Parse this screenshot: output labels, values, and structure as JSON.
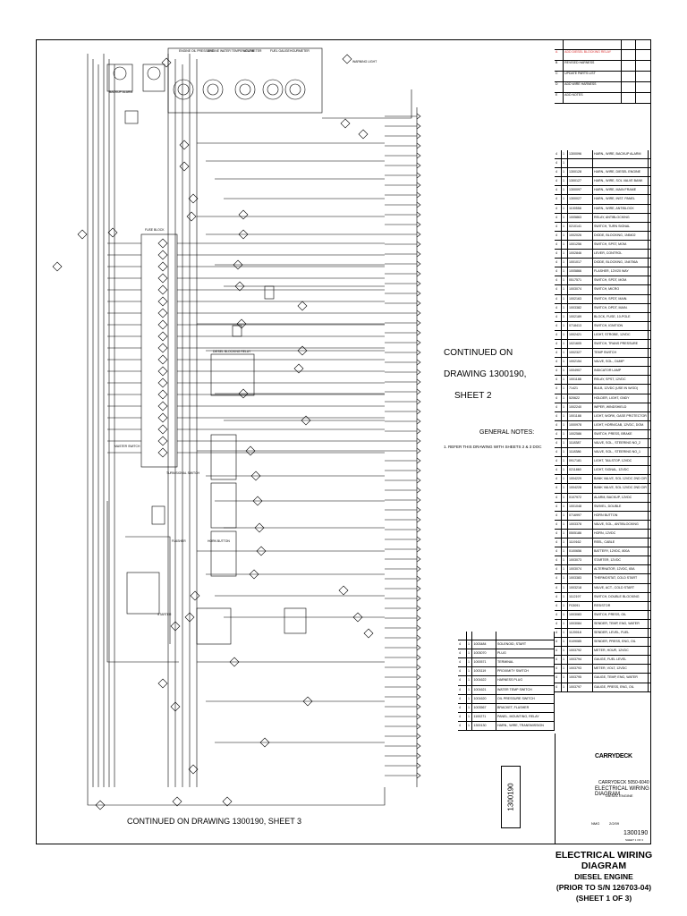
{
  "notes": {
    "continued_right_1": "CONTINUED ON",
    "continued_right_2": "DRAWING 1300190,",
    "continued_right_3": "SHEET 2",
    "general_notes": "GENERAL NOTES:",
    "general_notes_1": "1. REFER THIS DRAWING WITH SHEETS 2 & 3 DOC",
    "continued_bottom": "CONTINUED ON DRAWING 1300190, SHEET 3",
    "vertical_number": "1300190"
  },
  "gauges": [
    "ENGINE OIL PRESSURE",
    "ENGINE WATER TEMPERATURE",
    "VOLTMETER",
    "FUEL GAUGE",
    "HOURMETER"
  ],
  "schematic_labels": [
    "WARNING LIGHT",
    "BACKUP ALARM",
    "FUSE BLOCK",
    "DIESEL BLOCKING RELAY",
    "TURN SIGNAL SWITCH",
    "HORN BUTTON",
    "MASTER SWITCH",
    "STARTER",
    "FLASHER"
  ],
  "revisions": [
    {
      "id": "",
      "desc": "",
      "by": "",
      "date": ""
    },
    {
      "id": "A",
      "desc": "ADD DIESEL BLOCKING RELAY",
      "by": "",
      "date": ""
    },
    {
      "id": "B",
      "desc": "REVISED HARNESS",
      "by": "",
      "date": ""
    },
    {
      "id": "C",
      "desc": "UPDATE PARTS LIST",
      "by": "",
      "date": ""
    },
    {
      "id": "D",
      "desc": "ADD WIRE HARNESS",
      "by": "",
      "date": ""
    },
    {
      "id": "E",
      "desc": "ADD NOTES",
      "by": "",
      "date": ""
    }
  ],
  "parts_right": [
    {
      "n": "4",
      "q": "1",
      "p": "1300096",
      "d": "HARN., WIRE, BACKUP ALARM"
    },
    {
      "n": "4",
      "q": "1",
      "p": "",
      "d": ""
    },
    {
      "n": "4",
      "q": "1",
      "p": "1300128",
      "d": "HARN., WIRE, DIESEL ENGINE"
    },
    {
      "n": "4",
      "q": "1",
      "p": "1300127",
      "d": "HARN., WIRE, SOL VALVE BANK"
    },
    {
      "n": "4",
      "q": "1",
      "p": "1300097",
      "d": "HARN., WIRE, MAIN FRAME"
    },
    {
      "n": "4",
      "q": "1",
      "p": "1300027",
      "d": "HARN., WIRE, INST. PANEL"
    },
    {
      "n": "4",
      "q": "1",
      "p": "1100558",
      "d": "HARN., WIRE, ANTIBLOCK"
    },
    {
      "n": "4",
      "q": "1",
      "p": "1005863",
      "d": "RELAY, ANTIBLOCKING"
    },
    {
      "n": "4",
      "q": "1",
      "p": "0210141",
      "d": "SWITCH, TURN SIGNAL"
    },
    {
      "n": "4",
      "q": "1",
      "p": "1002026",
      "d": "DIODE, BLOCKING, 1N5402"
    },
    {
      "n": "4",
      "q": "1",
      "p": "1001256",
      "d": "SWITCH, SPST, MOM."
    },
    {
      "n": "4",
      "q": "1",
      "p": "1002846",
      "d": "LEVER, CONTROL"
    },
    {
      "n": "4",
      "q": "1",
      "p": "1001017",
      "d": "DIODE, BLOCKING, 1N4756A"
    },
    {
      "n": "4",
      "q": "1",
      "p": "1005866",
      "d": "FLASHER, 12V/20 WAY"
    },
    {
      "n": "4",
      "q": "1",
      "p": "0517571",
      "d": "SWITCH, SPDT, MOM."
    },
    {
      "n": "4",
      "q": "1",
      "p": "1003074",
      "d": "SWITCH, MICRO"
    },
    {
      "n": "4",
      "q": "1",
      "p": "1002163",
      "d": "SWITCH, SPDT, MAIN."
    },
    {
      "n": "4",
      "q": "1",
      "p": "1003382",
      "d": "SWITCH, DPDT, MAIN."
    },
    {
      "n": "4",
      "q": "1",
      "p": "1002189",
      "d": "BLOCK, FUSE, 10-POLE"
    },
    {
      "n": "4",
      "q": "1",
      "p": "0718413",
      "d": "SWITCH, IGNITION"
    },
    {
      "n": "4",
      "q": "1",
      "p": "1002421",
      "d": "LIGHT, STROBE, 12VDC"
    },
    {
      "n": "4",
      "q": "1",
      "p": "1021605",
      "d": "SWITCH, TRANS PRESSURE"
    },
    {
      "n": "4",
      "q": "1",
      "p": "1002327",
      "d": "TEMP SWITCH"
    },
    {
      "n": "4",
      "q": "1",
      "p": "1002154",
      "d": "VALVE, SOL., DUMP"
    },
    {
      "n": "4",
      "q": "1",
      "p": "1004907",
      "d": "INDICATOR LAMP"
    },
    {
      "n": "4",
      "q": "1",
      "p": "1001188",
      "d": "RELAY, SPST, 12VDC"
    },
    {
      "n": "4",
      "q": "1",
      "p": "71421",
      "d": "BULB, 12VDC (USE IN W/GD)"
    },
    {
      "n": "4",
      "q": "1",
      "p": "520622",
      "d": "HOLDER, LIGHT, GNDY"
    },
    {
      "n": "4",
      "q": "1",
      "p": "1002240",
      "d": "WIPER, WINDSHIELD"
    },
    {
      "n": "4",
      "q": "1",
      "p": "1001188",
      "d": "LIGHT, WORK, GASE PROTECTOR"
    },
    {
      "n": "4",
      "q": "1",
      "p": "1000978",
      "d": "LIGHT, HORN/CAB, 12VDC, DOM."
    },
    {
      "n": "4",
      "q": "1",
      "p": "1002586",
      "d": "SWITCH, PRESS, BRAKE"
    },
    {
      "n": "4",
      "q": "1",
      "p": "1118387",
      "d": "VALVE, SOL., STEERING NO_2"
    },
    {
      "n": "4",
      "q": "1",
      "p": "1118386",
      "d": "VALVE, SOL., STEERING NO_1"
    },
    {
      "n": "4",
      "q": "1",
      "p": "0917181",
      "d": "LIGHT, TAILSTOP, 12VDC"
    },
    {
      "n": "4",
      "q": "1",
      "p": "0211860",
      "d": "LIGHT, SIGNAL, 12VDC"
    },
    {
      "n": "4",
      "q": "1",
      "p": "1004229",
      "d": "BANK VALVE, SOL 12VDC 2ND CIR"
    },
    {
      "n": "4",
      "q": "1",
      "p": "1004228",
      "d": "BANK VALVE, SOL 12VDC 2ND CIR"
    },
    {
      "n": "4",
      "q": "1",
      "p": "0107972",
      "d": "ALARM, BACKUP, 12VDC"
    },
    {
      "n": "4",
      "q": "1",
      "p": "1001048",
      "d": "SWIVEL, DOUBLE"
    },
    {
      "n": "4",
      "q": "1",
      "p": "0716997",
      "d": "HORN BUTTON"
    },
    {
      "n": "4",
      "q": "1",
      "p": "1003378",
      "d": "VALVE, SOL., ANTIBLOCKING"
    },
    {
      "n": "4",
      "q": "1",
      "p": "0505186",
      "d": "HORN, 12VDC"
    },
    {
      "n": "4",
      "q": "1",
      "p": "1119162",
      "d": "REEL, CABLE"
    },
    {
      "n": "4",
      "q": "1",
      "p": "0100656",
      "d": "BATTERY, 12VDC, 800A"
    },
    {
      "n": "4",
      "q": "1",
      "p": "1003073",
      "d": "STARTER, 12VDC"
    },
    {
      "n": "4",
      "q": "1",
      "p": "1003074",
      "d": "ALTERNATOR, 12VDC, 65A"
    },
    {
      "n": "4",
      "q": "1",
      "p": "1003383",
      "d": "THERMOSTAT, COLD START"
    },
    {
      "n": "4",
      "q": "1",
      "p": "1003218",
      "d": "VALVE, ACT., COLD START"
    },
    {
      "n": "4",
      "q": "1",
      "p": "1112197",
      "d": "SWITCH, DOUBLE BLOCKING"
    },
    {
      "n": "4",
      "q": "1",
      "p": "F03091",
      "d": "RESISTOR"
    },
    {
      "n": "4",
      "q": "1",
      "p": "1003083",
      "d": "SWITCH, PRESS, OIL"
    },
    {
      "n": "4",
      "q": "1",
      "p": "1003084",
      "d": "SENDER, TEMP, ENG, WATER"
    },
    {
      "n": "4",
      "q": "1",
      "p": "1120018",
      "d": "SENDER, LEVEL, FUEL"
    },
    {
      "n": "4",
      "q": "1",
      "p": "0109085",
      "d": "SENDER, PRESS, ENG, OIL"
    },
    {
      "n": "4",
      "q": "1",
      "p": "1003792",
      "d": "METER, HOUR, 12VDC"
    },
    {
      "n": "4",
      "q": "1",
      "p": "1003794",
      "d": "GAUGE, FUEL LEVEL"
    },
    {
      "n": "4",
      "q": "1",
      "p": "1003793",
      "d": "METER, VOLT, 12VDC"
    },
    {
      "n": "4",
      "q": "1",
      "p": "1003795",
      "d": "GAUGE, TEMP, ENG, WATER"
    },
    {
      "n": "4",
      "q": "1",
      "p": "1003797",
      "d": "GAUGE, PRESS, ENG, OIL"
    }
  ],
  "parts_left": [
    {
      "n": "",
      "q": "",
      "p": "",
      "d": ""
    },
    {
      "n": "4",
      "q": "1",
      "p": "1003484",
      "d": "SOLENOID, START"
    },
    {
      "n": "4",
      "q": "1",
      "p": "1003070",
      "d": "PLUG"
    },
    {
      "n": "4",
      "q": "1",
      "p": "1000571",
      "d": "TERMINAL"
    },
    {
      "n": "4",
      "q": "1",
      "p": "1003119",
      "d": "PROXIMITY SWITCH"
    },
    {
      "n": "4",
      "q": "1",
      "p": "1001622",
      "d": "HARNESS PLUG"
    },
    {
      "n": "4",
      "q": "1",
      "p": "1001621",
      "d": "WATER TEMP SWITCH"
    },
    {
      "n": "4",
      "q": "1",
      "p": "1001620",
      "d": "OIL PRESSURE SWITCH"
    },
    {
      "n": "4",
      "q": "1",
      "p": "1003567",
      "d": "BRACKET, FLASHER"
    },
    {
      "n": "4",
      "q": "1",
      "p": "1100271",
      "d": "PANEL, MOUNTING, RELAY"
    },
    {
      "n": "4",
      "q": "1",
      "p": "1300130",
      "d": "HARN., WIRE, TRANSMISSION"
    }
  ],
  "title_block": {
    "company_lines": [
      "",
      "",
      "",
      ""
    ],
    "logo": "CARRYDECK",
    "line1": "CARRYDECK 5050-6040",
    "line2": "ELECTRICAL WIRING DIAGRAM",
    "line3": "DIESEL ENGINE",
    "drawn_by": "NMG",
    "date": "2/2/09",
    "drawing_number": "1300190",
    "sheet": "SHEET 1 OF 3"
  },
  "title": {
    "line1": "ELECTRICAL WIRING DIAGRAM",
    "line2": "DIESEL ENGINE",
    "line3": "(PRIOR TO S/N 126703-04)",
    "line4": "(SHEET 1 OF 3)"
  },
  "colors": {
    "accent_red": "#d33",
    "line": "#000"
  }
}
